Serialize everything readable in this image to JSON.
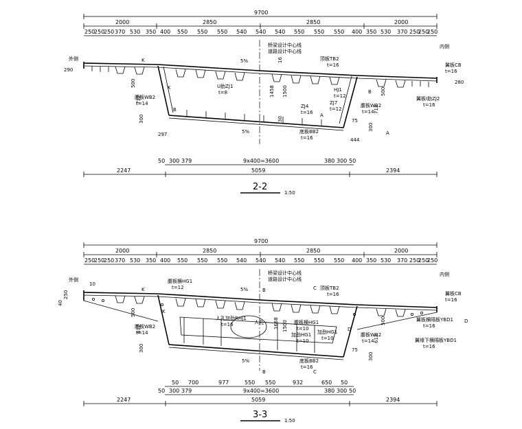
{
  "sections": [
    {
      "id": "2-2",
      "title": "2-2",
      "scale": "1:50",
      "top_dims": {
        "total": "9700",
        "halves": [
          "2000",
          "2850",
          "2850",
          "2000"
        ],
        "segments": [
          "250",
          "250",
          "250",
          "370",
          "530",
          "350",
          "400",
          "550",
          "550",
          "550",
          "540",
          "540",
          "540",
          "550",
          "550",
          "550",
          "400",
          "350",
          "530",
          "370",
          "250",
          "250",
          "250"
        ]
      },
      "bottom_dims": {
        "row1": [
          "50",
          "300",
          "379",
          "9x400=3600",
          "380",
          "300",
          "50"
        ],
        "row2": [
          "2247",
          "5059",
          "2394"
        ]
      },
      "labels": [
        "外侧",
        "内侧",
        "桥梁设计中心线",
        "道路设计中心线",
        "5%",
        "5%",
        "290",
        "280",
        "U肋ZJ1",
        "t=8",
        "顶板TB2",
        "t=16",
        "翼板CB",
        "t=16",
        "腹板WB2",
        "t=14",
        "腹板WB2",
        "t=14",
        "底板BB2",
        "t=16",
        "HJ1",
        "t=12",
        "ZJ7",
        "t=12",
        "ZJ4",
        "t=16",
        "翼板I肋ZJ2",
        "t=16",
        "1458",
        "1500",
        "16",
        "30",
        "500",
        "712",
        "300",
        "297",
        "500",
        "712",
        "300",
        "444",
        "A",
        "A",
        "B",
        "B",
        "K",
        "K",
        "75"
      ]
    },
    {
      "id": "3-3",
      "title": "3-3",
      "scale": "1:50",
      "top_dims": {
        "total": "9700",
        "halves": [
          "2000",
          "2850",
          "2850",
          "2000"
        ],
        "segments": [
          "250",
          "250",
          "250",
          "370",
          "530",
          "350",
          "400",
          "550",
          "550",
          "550",
          "540",
          "540",
          "540",
          "550",
          "550",
          "550",
          "400",
          "350",
          "530",
          "370",
          "250",
          "250",
          "250"
        ]
      },
      "bottom_dims": {
        "row0": [
          "50",
          "700",
          "977",
          "550",
          "550",
          "932",
          "650",
          "50"
        ],
        "row1": [
          "50",
          "300",
          "379",
          "9x400=3600",
          "380",
          "300",
          "50"
        ],
        "row2": [
          "2247",
          "5059",
          "2394"
        ]
      },
      "labels": [
        "外侧",
        "内侧",
        "桥梁设计中心线",
        "道路设计中心线",
        "5%",
        "5%",
        "40",
        "250",
        "10",
        "腹板横HG1",
        "t=12",
        "人孔加劲RHJ1",
        "t=16",
        "人孔",
        "腹板横HG1",
        "t=10",
        "加劲HG1",
        "t=10",
        "加劲HG1",
        "t=10",
        "顶板TB2",
        "t=16",
        "翼板CB",
        "t=16",
        "腹板WB2",
        "t=14",
        "腹板WB2",
        "t=14",
        "底板BB2",
        "t=16",
        "翼板横隔板YBD1",
        "t=16",
        "翼缘下横隔板YBD1",
        "t=16",
        "500",
        "612",
        "300",
        "500",
        "612",
        "300",
        "1500",
        "1668",
        "B",
        "B",
        "C",
        "C",
        "D",
        "D",
        "K",
        "K",
        "75"
      ]
    }
  ]
}
